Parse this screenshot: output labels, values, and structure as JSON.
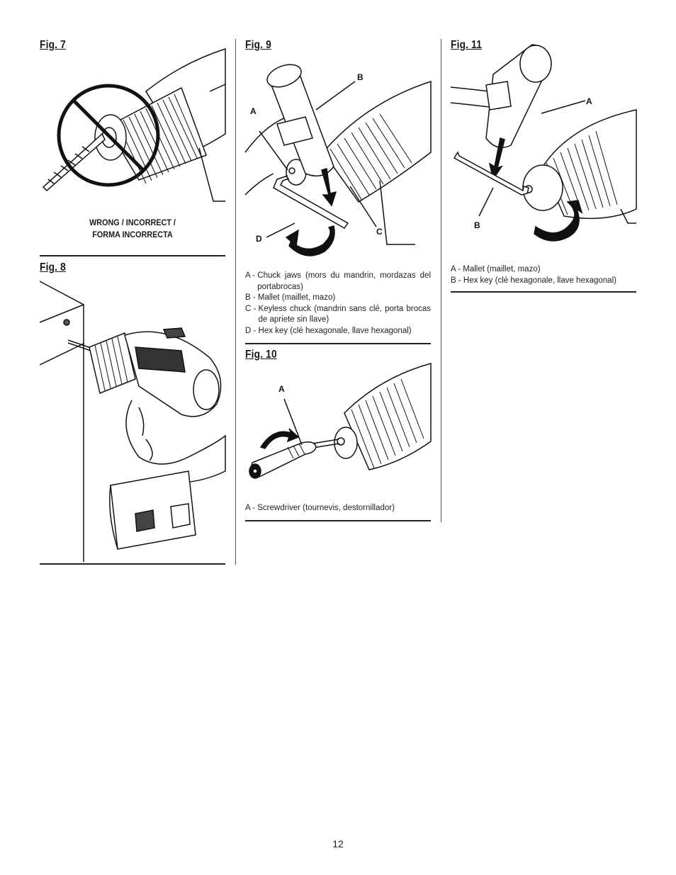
{
  "figures": {
    "fig7": {
      "title": "Fig. 7",
      "caption_line1": "WRONG / INCORRECT /",
      "caption_line2": "FORMA INCORRECTA"
    },
    "fig8": {
      "title": "Fig. 8"
    },
    "fig9": {
      "title": "Fig. 9",
      "callouts": {
        "a": "A",
        "b": "B",
        "c": "C",
        "d": "D"
      },
      "legend": [
        {
          "key": "A - ",
          "text": "Chuck jaws (mors du mandrin, mordazas del portabrocas)"
        },
        {
          "key": "B - ",
          "text": "Mallet (maillet, mazo)"
        },
        {
          "key": "C - ",
          "text": "Keyless chuck (mandrin sans clé, porta brocas de apriete sin llave)"
        },
        {
          "key": "D - ",
          "text": "Hex key (clé hexagonale, llave hexagonal)"
        }
      ]
    },
    "fig10": {
      "title": "Fig. 10",
      "callouts": {
        "a": "A"
      },
      "legend": [
        {
          "key": "A - ",
          "text": "Screwdriver (tournevis, destornillador)"
        }
      ]
    },
    "fig11": {
      "title": "Fig. 11",
      "callouts": {
        "a": "A",
        "b": "B"
      },
      "legend": [
        {
          "key": "A - ",
          "text": "Mallet (maillet, mazo)"
        },
        {
          "key": "B - ",
          "text": "Hex key (clé hexagonale, llave hexagonal)"
        }
      ]
    }
  },
  "page_number": "12"
}
